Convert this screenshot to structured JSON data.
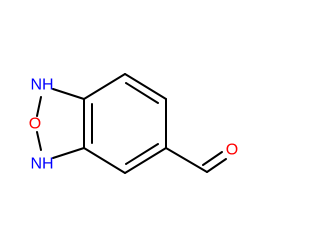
{
  "molecule": {
    "atoms": {
      "nh_top": {
        "label": "NH",
        "color": "#0000ff"
      },
      "o_ring": {
        "label": "O",
        "color": "#ff0000"
      },
      "nh_bottom": {
        "label": "NH",
        "color": "#0000ff"
      },
      "o_aldehyde": {
        "label": "O",
        "color": "#ff0000"
      }
    },
    "bond_color": "#000000"
  }
}
